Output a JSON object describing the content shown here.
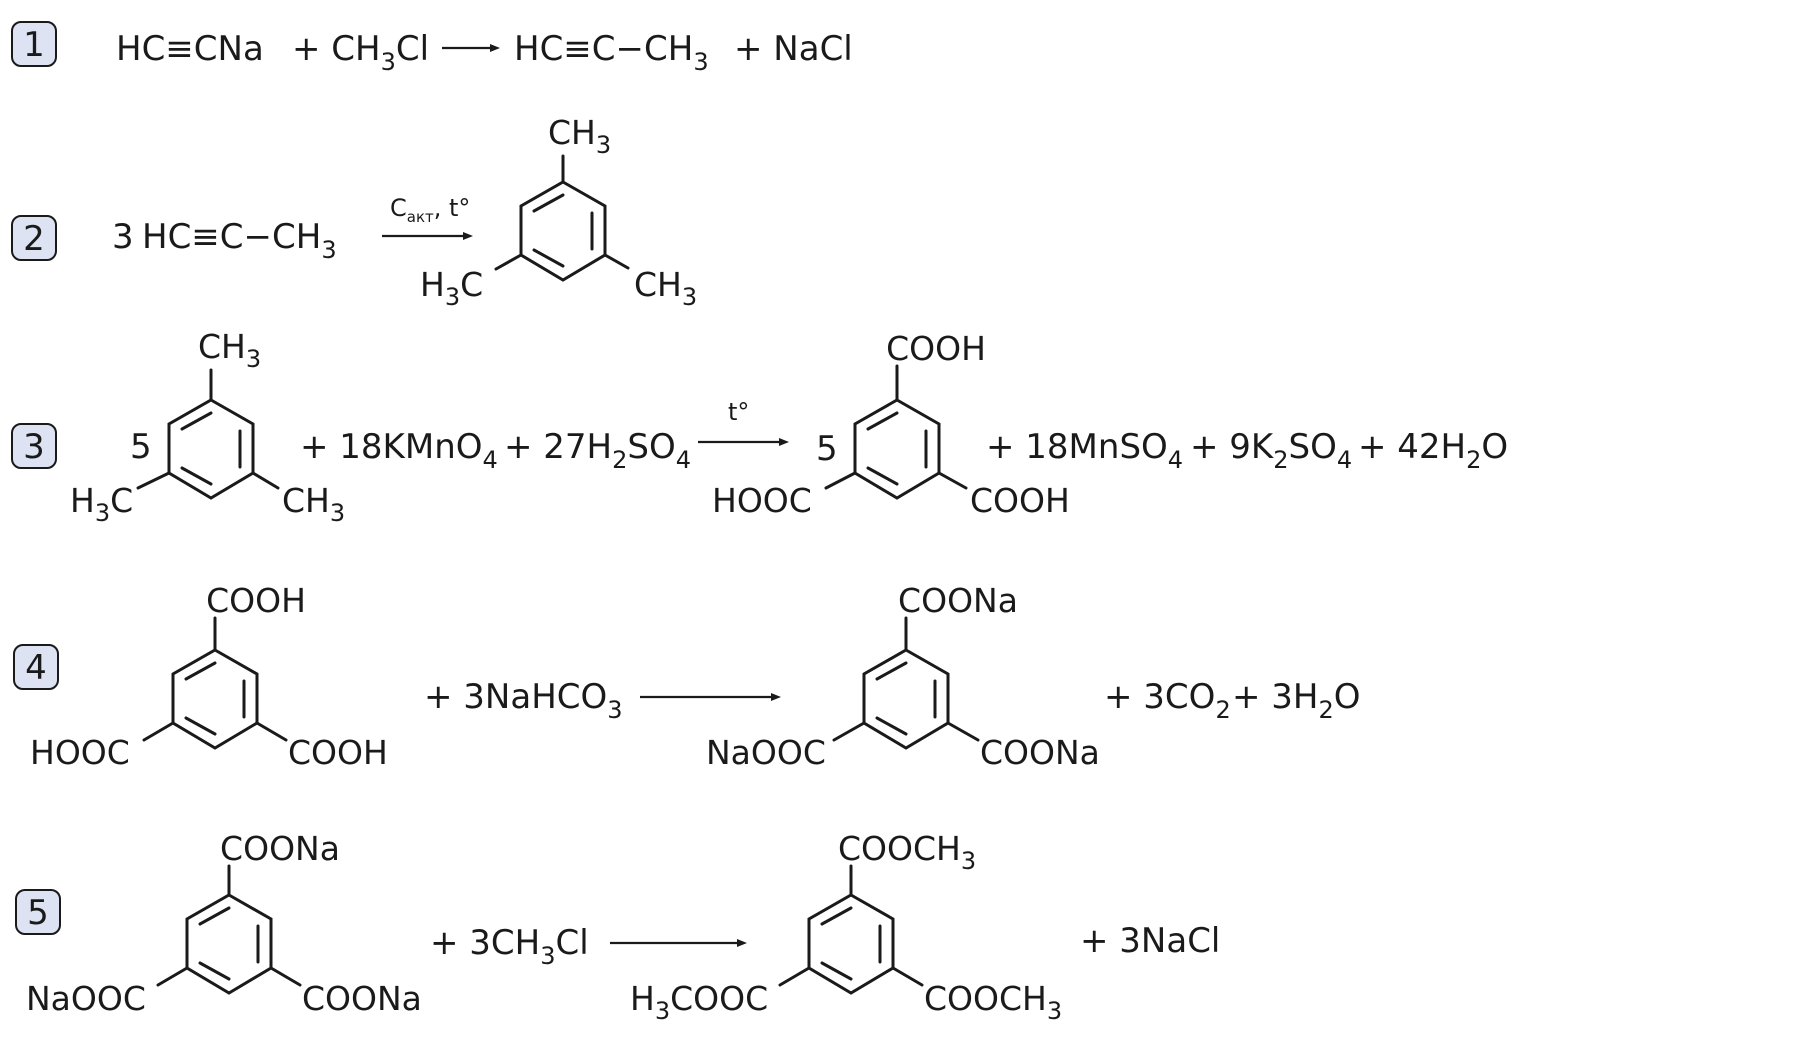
{
  "reactions": [
    {
      "number": "1",
      "reactant1": "HC≡CNa",
      "plus1": "+ CH",
      "reactant2_sub": "3",
      "reactant2_tail": "Cl",
      "product": "HC≡C−CH",
      "product_sub": "3",
      "byproduct": "+ NaCl"
    },
    {
      "number": "2",
      "coef": "3",
      "reactant": "HC≡C−CH",
      "reactant_sub": "3",
      "cond_main": "C",
      "cond_sub": "акт",
      "cond_tail": ", t°",
      "sub_top": "CH",
      "sub_top_n": "3",
      "sub_left_pre": "H",
      "sub_left_n": "3",
      "sub_left_post": "C",
      "sub_right": "CH",
      "sub_right_n": "3"
    },
    {
      "number": "3",
      "coef_left": "5",
      "sub_top": "CH",
      "sub_top_n": "3",
      "sub_left_pre": "H",
      "sub_left_n": "3",
      "sub_left_post": "C",
      "sub_right": "CH",
      "sub_right_n": "3",
      "reagent1": "+ 18KMnO",
      "reagent1_n": "4",
      "reagent2": "+ 27H",
      "reagent2_n1": "2",
      "reagent2_mid": "SO",
      "reagent2_n2": "4",
      "cond": "t°",
      "coef_right": "5",
      "prod_top": "COOH",
      "prod_left": "HOOC",
      "prod_right": "COOH",
      "byprod1": "+ 18MnSO",
      "byprod1_n": "4",
      "byprod2": "+ 9K",
      "byprod2_n1": "2",
      "byprod2_mid": "SO",
      "byprod2_n2": "4",
      "byprod3": "+ 42H",
      "byprod3_n": "2",
      "byprod3_tail": "O"
    },
    {
      "number": "4",
      "sub_top": "COOH",
      "sub_left": "HOOC",
      "sub_right": "COOH",
      "reagent": "+ 3NaHCO",
      "reagent_n": "3",
      "prod_top": "COONa",
      "prod_left": "NaOOC",
      "prod_right": "COONa",
      "byprod1": "+ 3CO",
      "byprod1_n": "2",
      "byprod2": "+ 3H",
      "byprod2_n": "2",
      "byprod2_tail": "O"
    },
    {
      "number": "5",
      "sub_top": "COONa",
      "sub_left": "NaOOC",
      "sub_right": "COONa",
      "reagent": "+ 3CH",
      "reagent_n": "3",
      "reagent_tail": "Cl",
      "prod_top": "COOCH",
      "prod_top_n": "3",
      "prod_left_pre": "H",
      "prod_left_n": "3",
      "prod_left_post": "COOC",
      "prod_right": "COOCH",
      "prod_right_n": "3",
      "byprod": "+ 3NaCl"
    }
  ]
}
